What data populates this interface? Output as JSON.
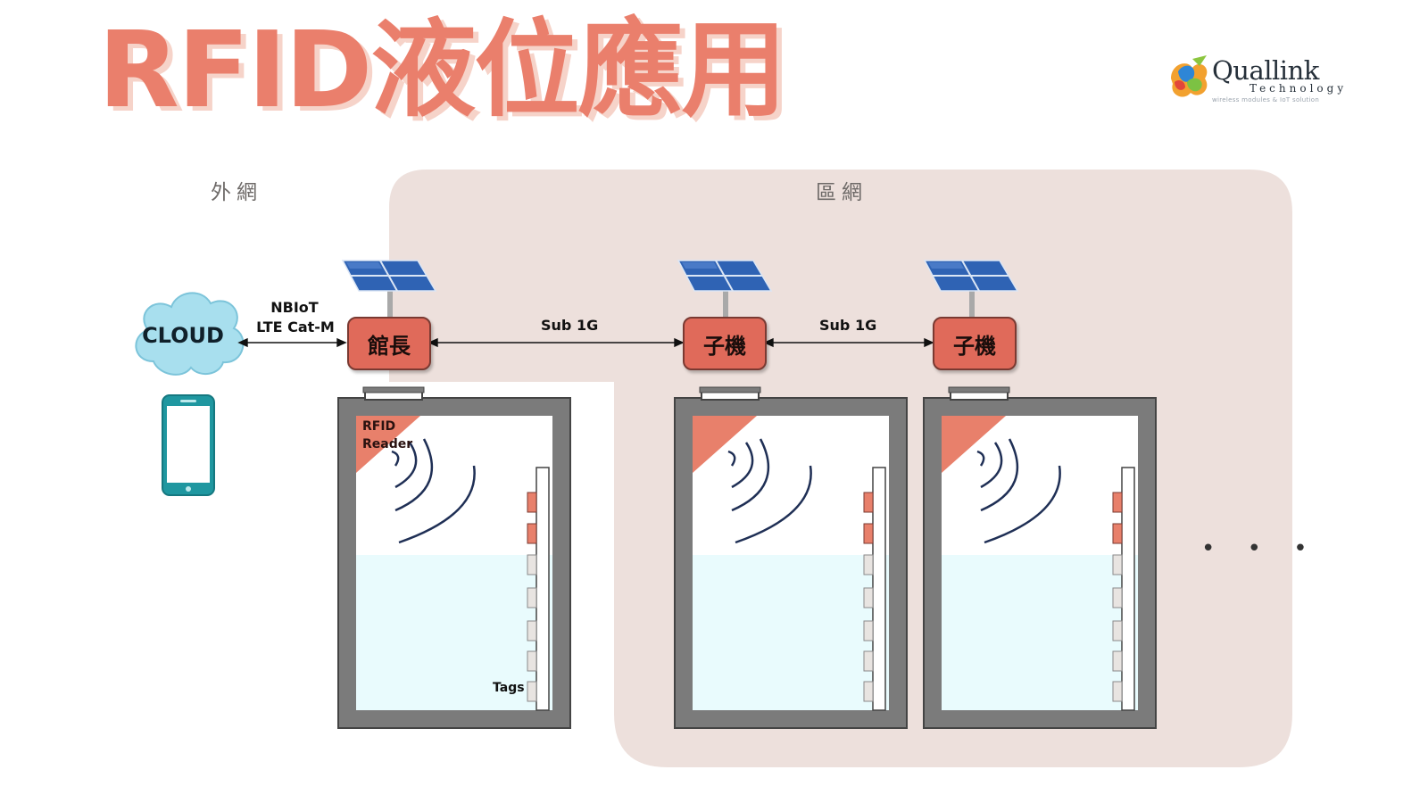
{
  "title": "RFID液位應用",
  "logo": {
    "name": "Quallink",
    "sub": "Technology",
    "tagline": "wireless modules & IoT solution"
  },
  "zones": {
    "outer": "外網",
    "local": "區網"
  },
  "cloud": {
    "label": "CLOUD"
  },
  "links": {
    "cloud_to_master": [
      "NBIoT",
      "LTE Cat-M"
    ],
    "master_to_slave1": "Sub 1G",
    "slave1_to_slave2": "Sub 1G"
  },
  "nodes": {
    "master": "館長",
    "slave1": "子機",
    "slave2": "子機"
  },
  "tank": {
    "reader_label_line1": "RFID",
    "reader_label_line2": "Reader",
    "tags_label": "Tags"
  },
  "more": "• • •",
  "colors": {
    "title": "#ea7f6c",
    "node": "#e06a5a",
    "zone": "#ede0dc",
    "water": "#e9fbfd",
    "tank_wall": "#7b7b7b",
    "tag_active": "#e8806b",
    "tag_idle": "#e8e4e1"
  }
}
